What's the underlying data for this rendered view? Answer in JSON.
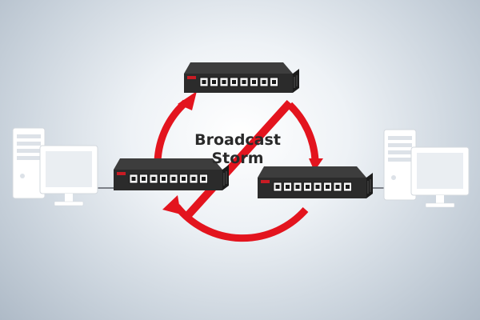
{
  "label": {
    "line1": "Broadcast",
    "line2": "Storm"
  },
  "colors": {
    "loop": "#e3141e",
    "switch_body": "#2b2b2b",
    "switch_top": "#3d3d3d",
    "port": "#f4f4f4",
    "computer": "#ffffff",
    "cable": "#5a5f66"
  },
  "devices": {
    "switches": [
      {
        "name": "top-switch",
        "ports": 8
      },
      {
        "name": "left-switch",
        "ports": 8
      },
      {
        "name": "right-switch",
        "ports": 8
      }
    ],
    "computers": [
      {
        "name": "left-computer"
      },
      {
        "name": "right-computer"
      }
    ]
  }
}
